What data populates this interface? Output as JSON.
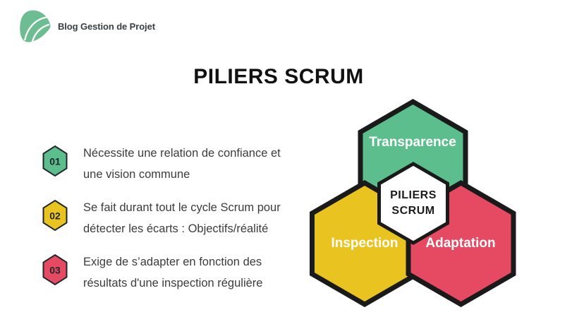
{
  "header": {
    "logo_text": "Blog Gestion de Projet"
  },
  "title": "PILIERS SCRUM",
  "colors": {
    "green": "#5CBE8D",
    "yellow": "#E9C31F",
    "red": "#E64A62",
    "outline": "#1A1A1A",
    "text_dark": "#3C3C3C"
  },
  "list": {
    "items": [
      {
        "number": "01",
        "lines": [
          "Nécessite une relation de confiance et",
          "une vision commune"
        ]
      },
      {
        "number": "02",
        "lines": [
          "Se fait durant tout le cycle Scrum pour",
          "détecter les écarts : Objectifs/réalité"
        ]
      },
      {
        "number": "03",
        "lines": [
          "Exige de s’adapter en fonction des",
          "résultats d'une inspection régulière"
        ]
      }
    ]
  },
  "diagram": {
    "pillars": [
      {
        "label": "Transparence"
      },
      {
        "label": "Inspection"
      },
      {
        "label": "Adaptation"
      }
    ],
    "center": {
      "lines": [
        "PILIERS",
        "SCRUM"
      ]
    }
  }
}
